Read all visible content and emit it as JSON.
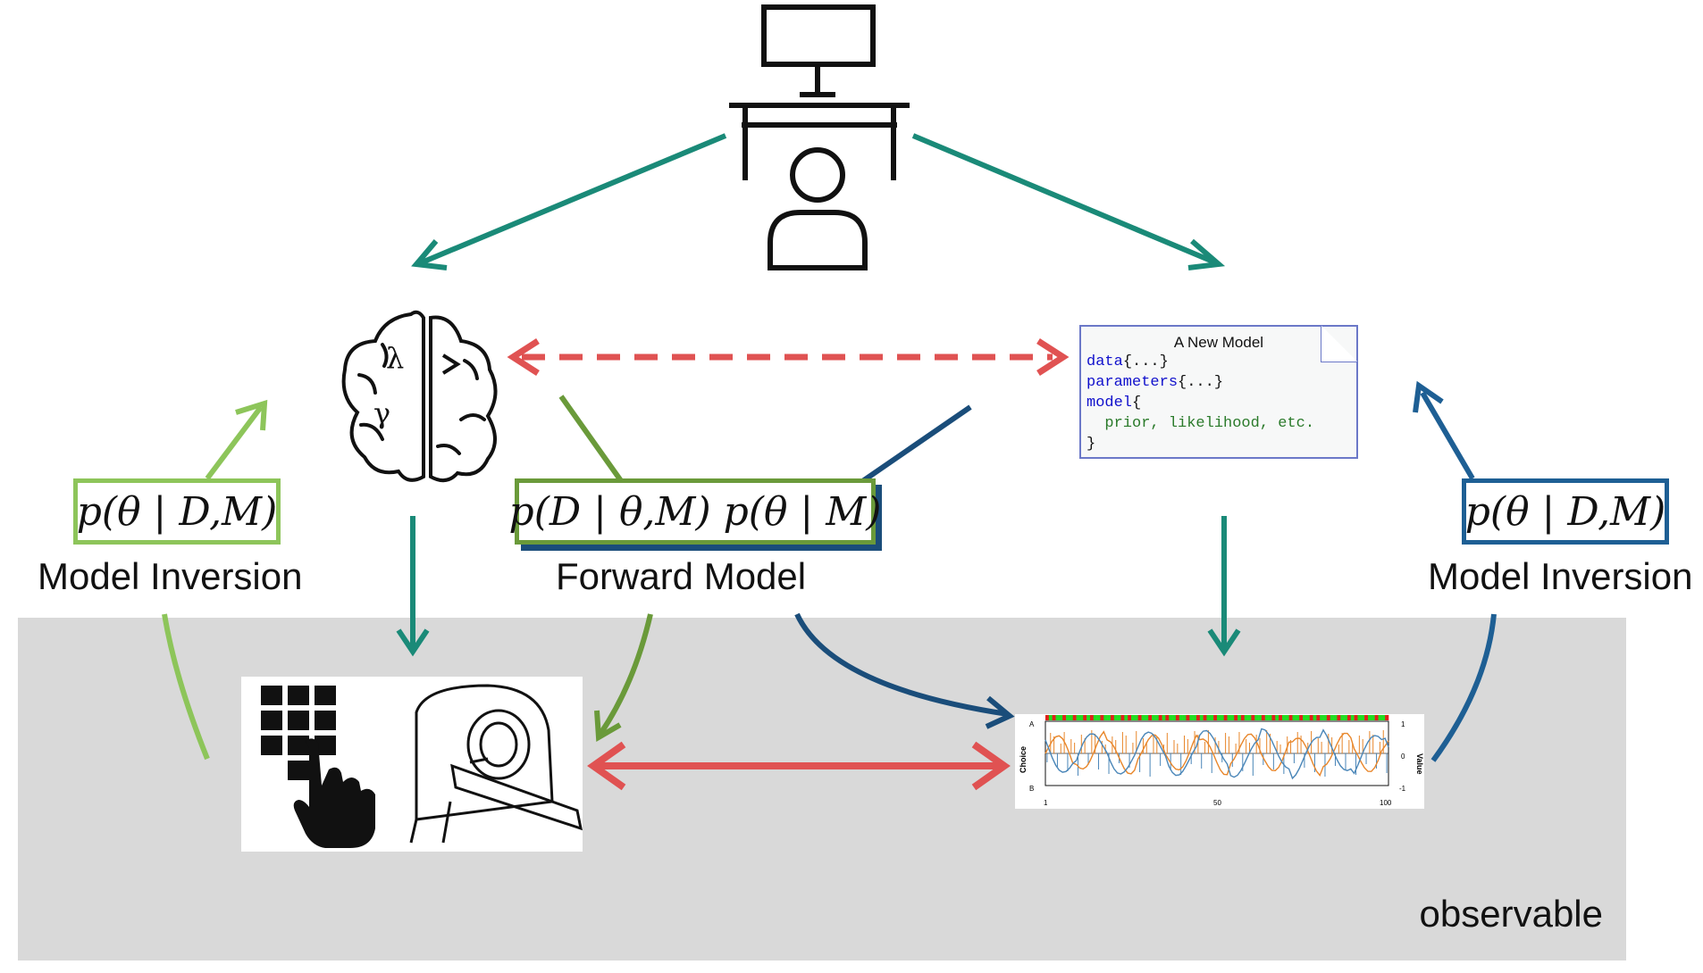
{
  "labels": {
    "model_inversion_left": "Model Inversion",
    "forward_model": "Forward Model",
    "model_inversion_right": "Model Inversion",
    "observable": "observable"
  },
  "formulas": {
    "posterior_left": "p(θ | D,M)",
    "forward": "p(D | θ,M) p(θ | M)",
    "posterior_right": "p(θ | D,M)"
  },
  "model_doc": {
    "title": "A New Model",
    "line1_kw": "data",
    "line1_rest": "{...}",
    "line2_kw": "parameters",
    "line2_rest": "{...}",
    "line3_kw": "model",
    "line3_rest": "{",
    "line4": "  prior, likelihood, etc.",
    "line5": "}"
  },
  "behavior_plot": {
    "y_label": "Choice",
    "y2_label": "Value",
    "y_tick_a": "A",
    "y_tick_b": "B",
    "y2_tick_top": "1",
    "y2_tick_mid": "0",
    "y2_tick_bot": "-1",
    "x_tick_1": "1",
    "x_tick_50": "50",
    "x_tick_100": "100"
  },
  "icons": {
    "brain_symbols": [
      "λ",
      "γ"
    ],
    "brain": "brain-icon",
    "researcher": "researcher-at-computer-icon",
    "keypad": "keypad-hand-icon",
    "scanner": "mri-scanner-icon"
  },
  "colors": {
    "teal": "#1a8a78",
    "green_light": "#8dc55a",
    "green_dark": "#6a9a3a",
    "blue": "#1e5f94",
    "red": "#e05252",
    "band": "#d9d9d9"
  }
}
